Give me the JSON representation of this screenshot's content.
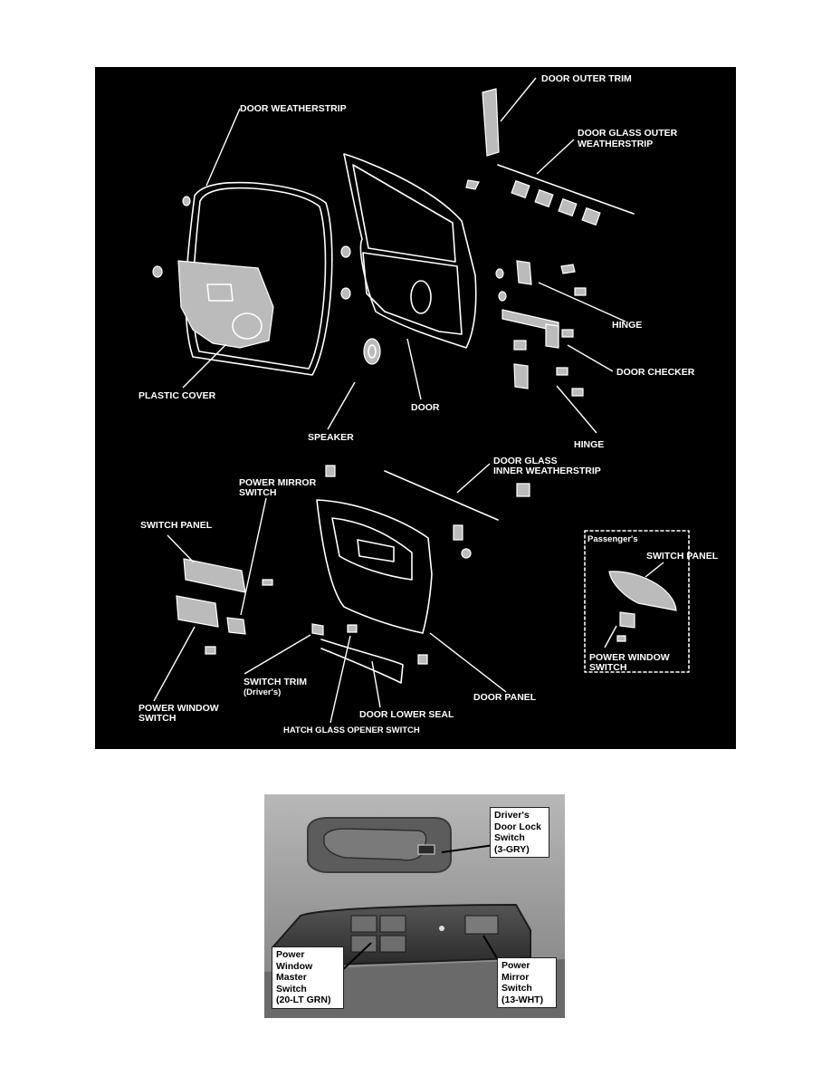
{
  "diagram": {
    "labels": {
      "door_outer_trim": "DOOR OUTER TRIM",
      "door_glass_outer_weatherstrip_1": "DOOR GLASS OUTER",
      "door_glass_outer_weatherstrip_2": "WEATHERSTRIP",
      "door_weatherstrip": "DOOR WEATHERSTRIP",
      "hinge_upper": "HINGE",
      "door_checker": "DOOR CHECKER",
      "hinge_lower": "HINGE",
      "plastic_cover": "PLASTIC COVER",
      "speaker": "SPEAKER",
      "door": "DOOR",
      "door_glass_inner_weatherstrip_1": "DOOR GLASS",
      "door_glass_inner_weatherstrip_2": "INNER WEATHERSTRIP",
      "power_mirror_switch_1": "POWER MIRROR",
      "power_mirror_switch_2": "SWITCH",
      "switch_panel": "SWITCH PANEL",
      "passengers": "Passenger's",
      "switch_panel_passenger": "SWITCH PANEL",
      "power_window_switch_passenger_1": "POWER WINDOW",
      "power_window_switch_passenger_2": "SWITCH",
      "switch_trim_1": "SWITCH TRIM",
      "switch_trim_2": "(Driver's)",
      "door_panel": "DOOR PANEL",
      "power_window_switch_1": "POWER WINDOW",
      "power_window_switch_2": "SWITCH",
      "door_lower_seal": "DOOR LOWER SEAL",
      "hatch_glass_opener_switch": "HATCH GLASS OPENER SWITCH"
    }
  },
  "photo": {
    "callouts": {
      "door_lock_switch": [
        "Driver's",
        "Door Lock",
        "Switch",
        "(3-GRY)"
      ],
      "power_window_master_switch": [
        "Power",
        "Window",
        "Master",
        "Switch",
        "(20-LT GRN)"
      ],
      "power_mirror_switch": [
        "Power",
        "Mirror",
        "Switch",
        "(13-WHT)"
      ]
    }
  }
}
